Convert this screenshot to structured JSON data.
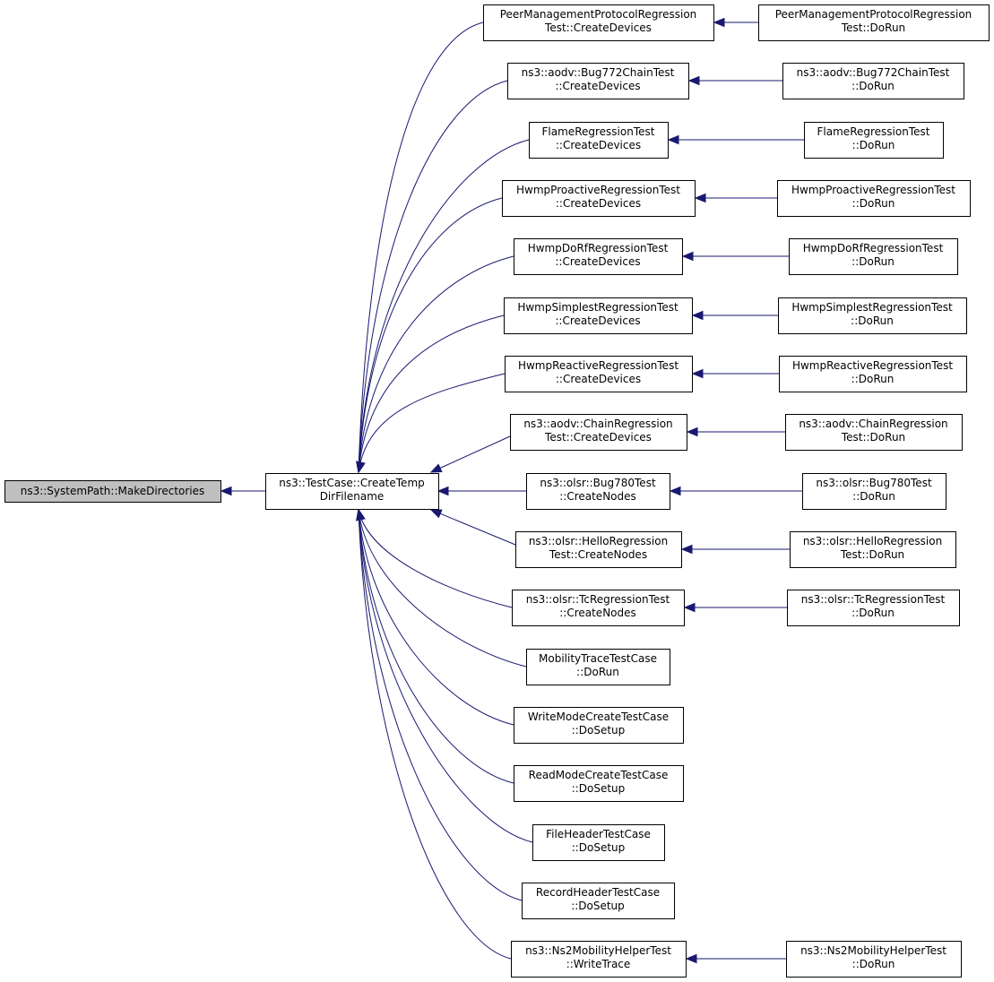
{
  "root": {
    "lines": [
      "ns3::SystemPath::MakeDirectories"
    ]
  },
  "center": {
    "lines": [
      "ns3::TestCase::CreateTemp",
      "DirFilename"
    ]
  },
  "callers": [
    {
      "lines": [
        "PeerManagementProtocolRegression",
        "Test::CreateDevices"
      ],
      "caller": {
        "lines": [
          "PeerManagementProtocolRegression",
          "Test::DoRun"
        ]
      }
    },
    {
      "lines": [
        "ns3::aodv::Bug772ChainTest",
        "::CreateDevices"
      ],
      "caller": {
        "lines": [
          "ns3::aodv::Bug772ChainTest",
          "::DoRun"
        ]
      }
    },
    {
      "lines": [
        "FlameRegressionTest",
        "::CreateDevices"
      ],
      "caller": {
        "lines": [
          "FlameRegressionTest",
          "::DoRun"
        ]
      }
    },
    {
      "lines": [
        "HwmpProactiveRegressionTest",
        "::CreateDevices"
      ],
      "caller": {
        "lines": [
          "HwmpProactiveRegressionTest",
          "::DoRun"
        ]
      }
    },
    {
      "lines": [
        "HwmpDoRfRegressionTest",
        "::CreateDevices"
      ],
      "caller": {
        "lines": [
          "HwmpDoRfRegressionTest",
          "::DoRun"
        ]
      }
    },
    {
      "lines": [
        "HwmpSimplestRegressionTest",
        "::CreateDevices"
      ],
      "caller": {
        "lines": [
          "HwmpSimplestRegressionTest",
          "::DoRun"
        ]
      }
    },
    {
      "lines": [
        "HwmpReactiveRegressionTest",
        "::CreateDevices"
      ],
      "caller": {
        "lines": [
          "HwmpReactiveRegressionTest",
          "::DoRun"
        ]
      }
    },
    {
      "lines": [
        "ns3::aodv::ChainRegression",
        "Test::CreateDevices"
      ],
      "caller": {
        "lines": [
          "ns3::aodv::ChainRegression",
          "Test::DoRun"
        ]
      }
    },
    {
      "lines": [
        "ns3::olsr::Bug780Test",
        "::CreateNodes"
      ],
      "caller": {
        "lines": [
          "ns3::olsr::Bug780Test",
          "::DoRun"
        ]
      }
    },
    {
      "lines": [
        "ns3::olsr::HelloRegression",
        "Test::CreateNodes"
      ],
      "caller": {
        "lines": [
          "ns3::olsr::HelloRegression",
          "Test::DoRun"
        ]
      }
    },
    {
      "lines": [
        "ns3::olsr::TcRegressionTest",
        "::CreateNodes"
      ],
      "caller": {
        "lines": [
          "ns3::olsr::TcRegressionTest",
          "::DoRun"
        ]
      }
    },
    {
      "lines": [
        "MobilityTraceTestCase",
        "::DoRun"
      ]
    },
    {
      "lines": [
        "WriteModeCreateTestCase",
        "::DoSetup"
      ]
    },
    {
      "lines": [
        "ReadModeCreateTestCase",
        "::DoSetup"
      ]
    },
    {
      "lines": [
        "FileHeaderTestCase",
        "::DoSetup"
      ]
    },
    {
      "lines": [
        "RecordHeaderTestCase",
        "::DoSetup"
      ]
    },
    {
      "lines": [
        "ns3::Ns2MobilityHelperTest",
        "::WriteTrace"
      ],
      "caller": {
        "lines": [
          "ns3::Ns2MobilityHelperTest",
          "::DoRun"
        ]
      }
    }
  ],
  "colors": {
    "edge": "#191970",
    "root_fill": "#bfbfbf",
    "node_fill": "#ffffff",
    "node_border": "#000000"
  }
}
